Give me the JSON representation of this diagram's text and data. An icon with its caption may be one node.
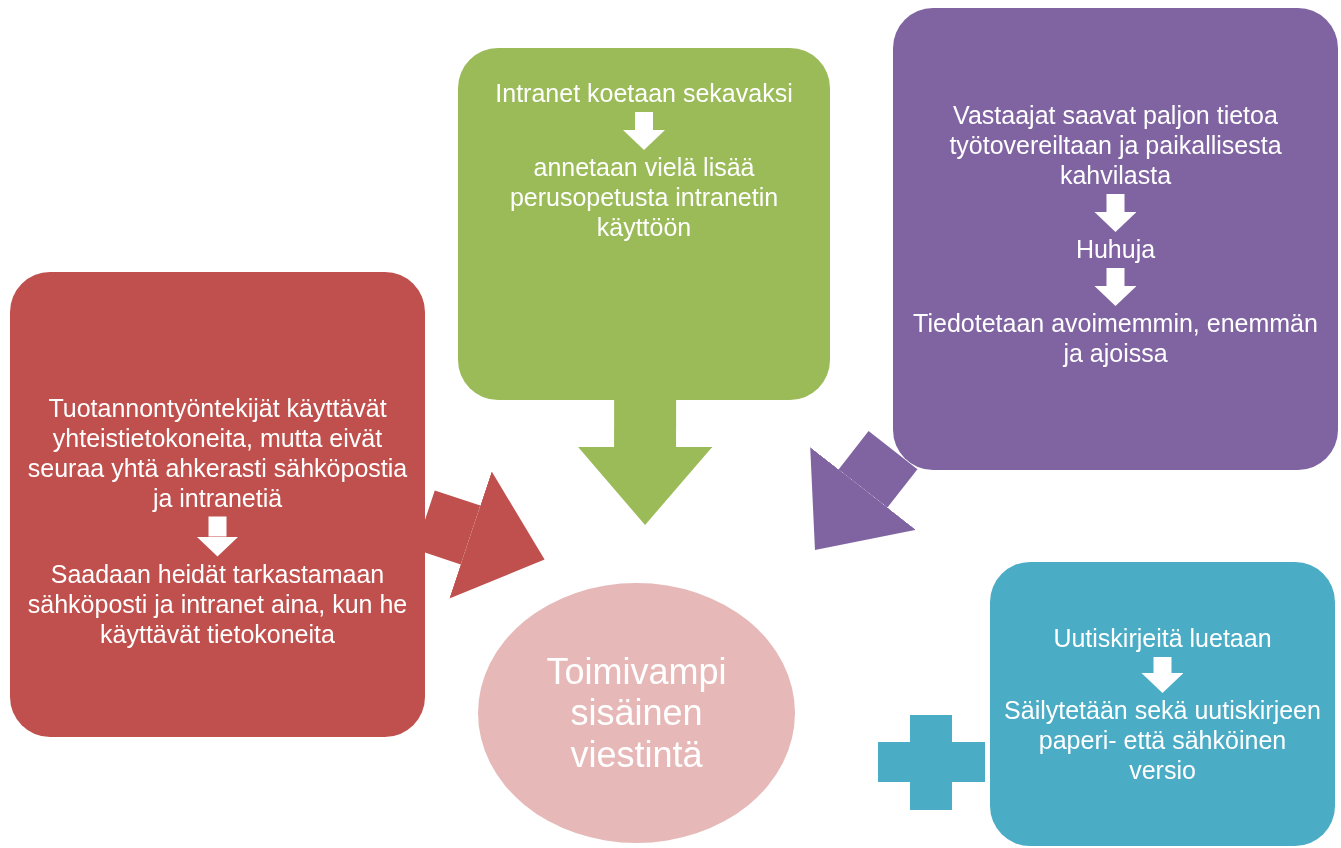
{
  "diagram": {
    "nodes": [
      {
        "text": [],
        "shape": "box"
      },
      {
        "text": [
          "Tuotannontyöntekijät käyttävät yhteistietokoneita, mutta eivät seuraa yhtä ahkerasti sähköpostia ja intranetiä"
        ],
        "in": 0
      },
      {
        "text": [
          "Saadaan heidät tarkastamaan sähköposti ja intranet aina, kun he käyttävät tietokoneita"
        ],
        "in": 0
      },
      {
        "text": [],
        "shape": "box"
      },
      {
        "text": [
          "Intranet koetaan sekavaksi"
        ],
        "in": 3
      },
      {
        "text": [
          "annetaan vielä lisää perusopetusta intranetin käyttöön"
        ],
        "in": 3
      },
      {
        "text": [],
        "shape": "box"
      },
      {
        "text": [
          "Vastaajat saavat paljon tietoa työtovereiltaan ja paikallisesta kahvilasta"
        ],
        "in": 6
      },
      {
        "text": [
          "Huhuja"
        ],
        "in": 6
      },
      {
        "text": [
          "Tiedotetaan avoimemmin, enemmän ja ajoissa"
        ],
        "in": 6
      },
      {
        "text": [
          "Toimivampi sisäinen viestintä"
        ]
      },
      {
        "text": [],
        "shape": "box"
      },
      {
        "text": [
          "Uutiskirjeitä luetaan"
        ],
        "in": 11
      },
      {
        "text": [
          "Säilytetään sekä uutiskirjeen paperi- että sähköinen versio"
        ],
        "in": 11
      }
    ],
    "edges": [
      {
        "from": 1,
        "to": 2,
        "arrow": "to",
        "color": "#ffffff"
      },
      {
        "from": 4,
        "to": 5,
        "arrow": "to",
        "color": "#ffffff"
      },
      {
        "from": 7,
        "to": 8,
        "arrow": "to",
        "color": "#ffffff"
      },
      {
        "from": 8,
        "to": 9,
        "arrow": "to",
        "color": "#ffffff"
      },
      {
        "from": 12,
        "to": 13,
        "arrow": "to",
        "color": "#ffffff"
      },
      {
        "from": 0,
        "to": 10,
        "arrow": "to",
        "style": "thick",
        "color": "#c0504d"
      },
      {
        "from": 3,
        "to": 10,
        "arrow": "to",
        "style": "thick",
        "color": "#9bbb59"
      },
      {
        "from": 6,
        "to": 10,
        "arrow": "to",
        "style": "thick",
        "color": "#8064a2"
      }
    ]
  }
}
